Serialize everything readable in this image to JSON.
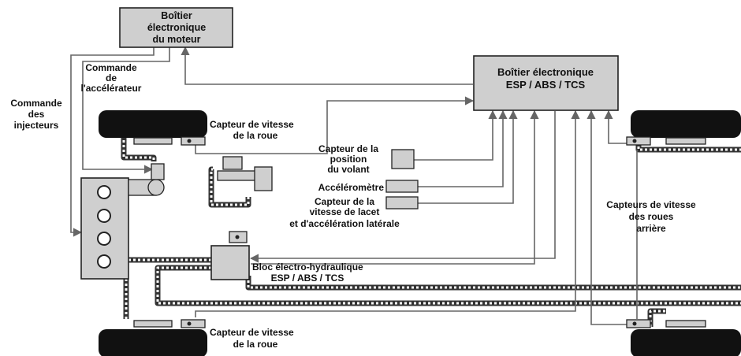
{
  "engine_ecu": [
    "Boîtier",
    "électronique",
    "du moteur"
  ],
  "esp_ecu": [
    "Boîtier électronique",
    "ESP / ABS / TCS"
  ],
  "labels": {
    "throttle_cmd": [
      "Commande",
      "de",
      "l'accélérateur"
    ],
    "injectors_cmd": [
      "Commande",
      "des",
      "injecteurs"
    ],
    "wheel_speed_front_top": [
      "Capteur de vitesse",
      "de la roue"
    ],
    "wheel_speed_front_bottom": [
      "Capteur de vitesse",
      "de la roue"
    ],
    "steering_sensor": [
      "Capteur de la",
      "position",
      "du volant"
    ],
    "accelerometer": [
      "Accéléromètre"
    ],
    "yaw_sensor": [
      "Capteur de la",
      "vitesse de lacet",
      "et d'accélération latérale"
    ],
    "rear_wheel_sensors": [
      "Capteurs de vitesse",
      "des roues",
      "arrière"
    ],
    "hydraulic_block": [
      "Bloc électro-hydraulique",
      "ESP / ABS / TCS"
    ]
  },
  "colors": {
    "component_fill": "#cfcfcf",
    "wire": "#666666",
    "tire": "#111111"
  }
}
